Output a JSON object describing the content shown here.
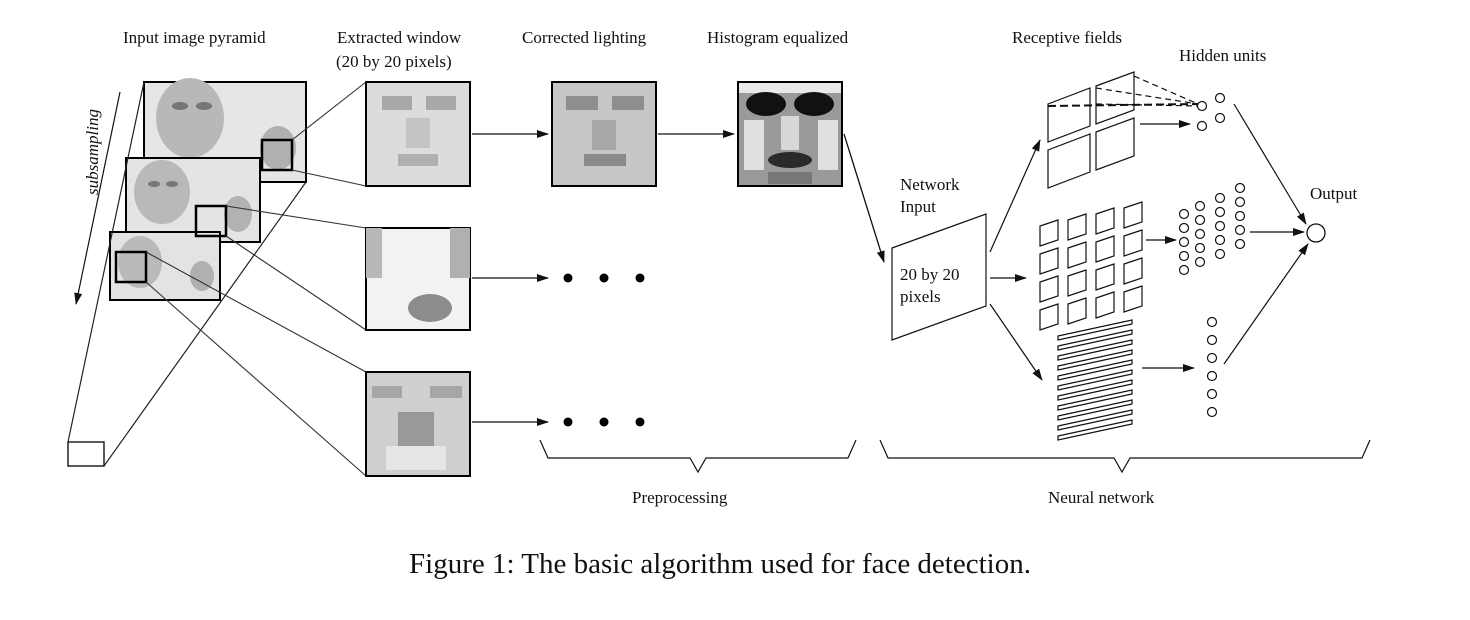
{
  "labels": {
    "input_pyramid": "Input image pyramid",
    "extracted_window_line1": "Extracted window",
    "extracted_window_line2": "(20 by 20 pixels)",
    "corrected_lighting": "Corrected lighting",
    "histogram_equalized": "Histogram equalized",
    "receptive_fields": "Receptive fields",
    "hidden_units": "Hidden units",
    "output": "Output",
    "network_input_line1": "Network",
    "network_input_line2": "Input",
    "network_box_line1": "20 by 20",
    "network_box_line2": "pixels",
    "subsampling": "subsampling",
    "preprocessing": "Preprocessing",
    "neural_network": "Neural network"
  },
  "caption": "Figure 1: The basic algorithm used for face detection.",
  "colors": {
    "ink": "#111111",
    "background": "#ffffff"
  }
}
